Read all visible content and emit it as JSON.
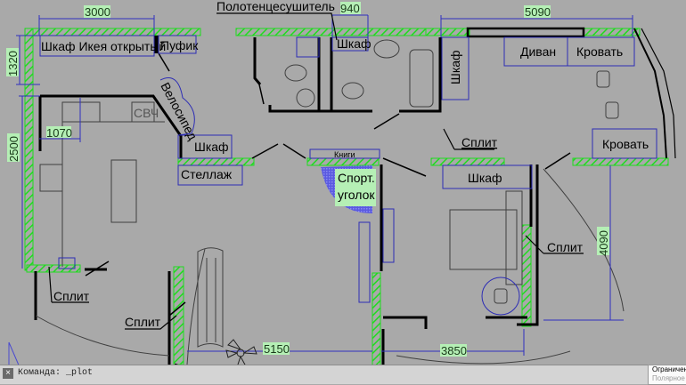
{
  "labels": {
    "wardrobe_ikea": "Шкаф Икея открытый",
    "pouf": "Пуфик",
    "bicycle": "Велосипед",
    "microwave": "СВЧ",
    "wardrobe1": "Шкаф",
    "rack": "Стеллаж",
    "towel_dryer": "Полотенцесушитель",
    "wardrobe_bath": "Шкаф",
    "wardrobe_hall": "Шкаф",
    "books": "Книги",
    "sport_corner_1": "Спорт.",
    "sport_corner_2": "уголок",
    "sofa": "Диван",
    "bed_top": "Кровать",
    "bed_right": "Кровать",
    "split_hall": "Сплит",
    "wardrobe_bedroom": "Шкаф",
    "split_bedroom": "Сплит",
    "split_kitchen": "Сплит",
    "split_living": "Сплит"
  },
  "dimensions": {
    "d3000": "3000",
    "d1320": "1320",
    "d2500": "2500",
    "d1070": "1070",
    "d940": "940",
    "d5090": "5090",
    "d4090": "4090",
    "d5150": "5150",
    "d3850": "3850"
  },
  "command_line": {
    "close": "×",
    "text": "Команда: _plot"
  },
  "tooltip": {
    "line1": "Ограничение",
    "line2": "Полярное отс"
  },
  "colors": {
    "background": "#a9a9a9",
    "wall_hatch": "#1fdc1f",
    "dimension": "#3030c0"
  }
}
